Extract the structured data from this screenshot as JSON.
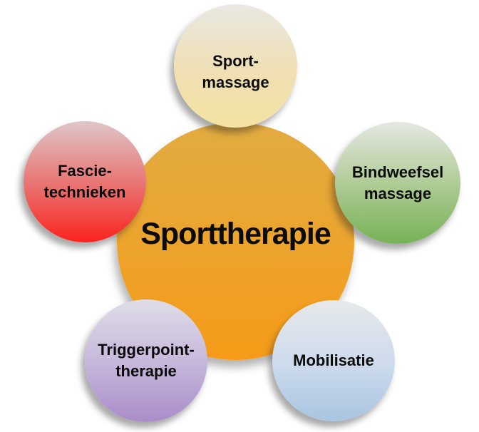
{
  "diagram": {
    "title": "Sporttherapie",
    "background_color": "#ffffff",
    "text_color": "#0b0b0b",
    "center": {
      "label": "Sporttherapie",
      "gradient": [
        "#E2AB41",
        "#EAA52F",
        "#F69A18"
      ]
    },
    "nodes": [
      {
        "name": "sport-massage",
        "lines": [
          "Sport-",
          "massage"
        ],
        "gradient": [
          "#E9E8E4",
          "#EFDFB4",
          "#F4E3A2"
        ]
      },
      {
        "name": "fascie-technieken",
        "lines": [
          "Fascie-",
          "technieken"
        ],
        "gradient": [
          "#DFC6C8",
          "#E97472",
          "#FA231D"
        ]
      },
      {
        "name": "bindweefsel-massage",
        "lines": [
          "Bindweefsel",
          "massage"
        ],
        "gradient": [
          "#E5E7E2",
          "#AECB94",
          "#76B156"
        ]
      },
      {
        "name": "triggerpoint-therapie",
        "lines": [
          "Triggerpoint-",
          "therapie"
        ],
        "gradient": [
          "#DFDDE7",
          "#C6B7DB",
          "#A98CC9"
        ]
      },
      {
        "name": "mobilisatie",
        "lines": [
          "Mobilisatie"
        ],
        "gradient": [
          "#E7E9EB",
          "#CDDBEC",
          "#A9C5E1"
        ]
      }
    ]
  }
}
